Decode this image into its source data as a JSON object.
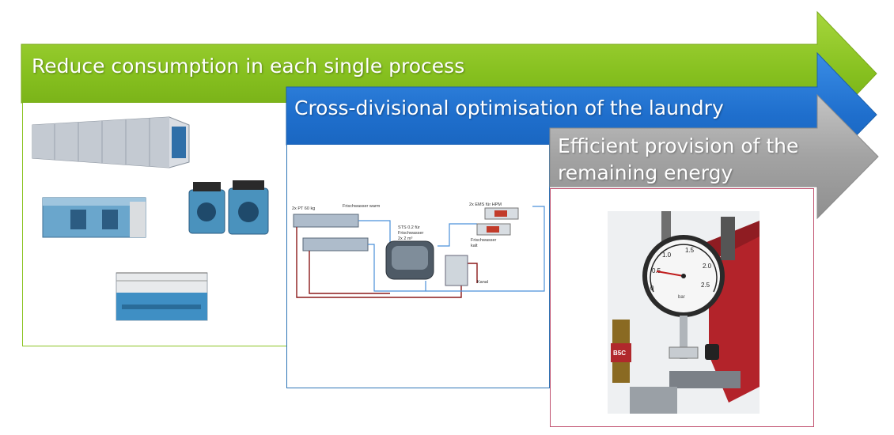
{
  "arrows": {
    "green": {
      "label": "Reduce consumption in each single process",
      "color": "#8cc324"
    },
    "blue": {
      "label": "Cross-divisional optimisation of the laundry",
      "color": "#1e73d2"
    },
    "gray": {
      "label_line1": "Efficient provision of the",
      "label_line2": "remaining energy",
      "color": "#a6a6a6"
    }
  },
  "diagram": {
    "pt": "2x PT 60 kg",
    "warm": "Frischwasser warm",
    "ems": "2x EMS für HPM",
    "sts1": "STS 0.2 für",
    "sts2": "Frischwasser",
    "sts3": "2x 2 m³",
    "kalt1": "Frischwasser",
    "kalt2": "kalt",
    "kanal": "Kanal"
  },
  "gauge": {
    "ticks": [
      "0",
      "0.5",
      "1.0",
      "1.5",
      "2.0",
      "2.5"
    ],
    "unit": "bar",
    "tag": "B5C"
  },
  "colors": {
    "green_border": "#8cc324",
    "blue_border": "#2e75b6",
    "red_border": "#c0506e"
  }
}
